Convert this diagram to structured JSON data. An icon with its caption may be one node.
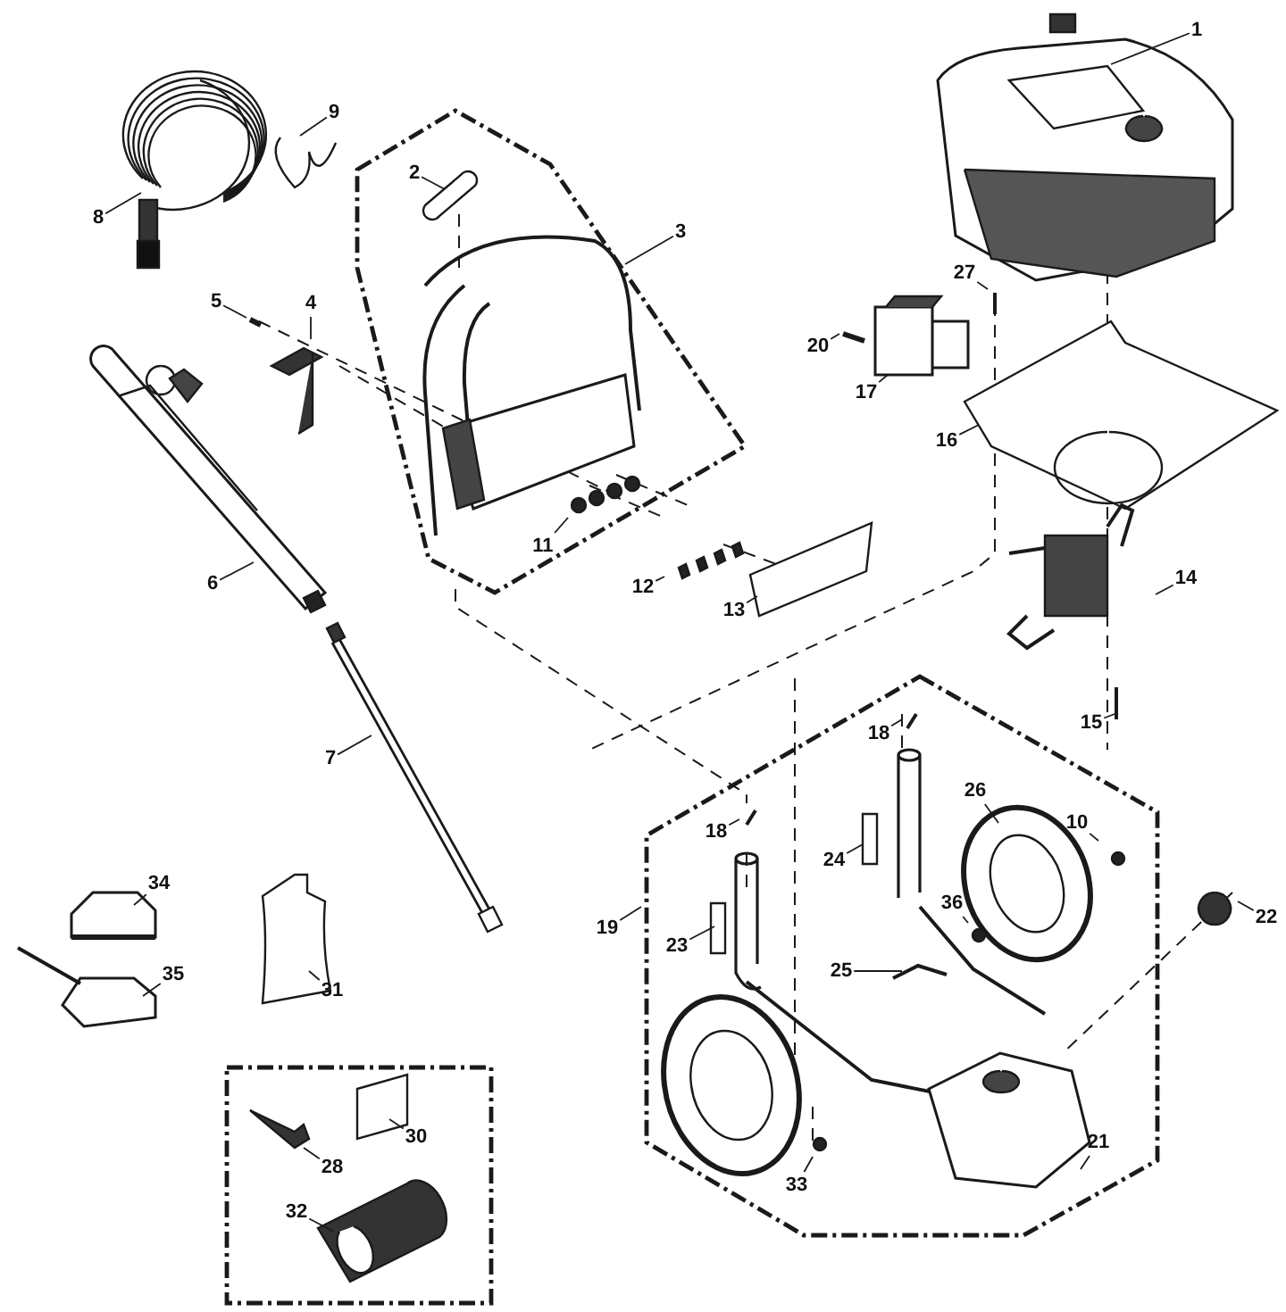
{
  "diagram": {
    "nodes": [
      {
        "text": [
          "1"
        ]
      },
      {
        "text": [
          "9"
        ]
      },
      {
        "text": [
          "2"
        ]
      },
      {
        "text": [
          "8"
        ]
      },
      {
        "text": [
          "3"
        ]
      },
      {
        "text": [
          "27"
        ]
      },
      {
        "text": [
          "5"
        ]
      },
      {
        "text": [
          "4"
        ]
      },
      {
        "text": [
          "20"
        ]
      },
      {
        "text": [
          "17"
        ]
      },
      {
        "text": [
          "16"
        ]
      },
      {
        "text": [
          "11"
        ]
      },
      {
        "text": [
          "12"
        ]
      },
      {
        "text": [
          "6"
        ]
      },
      {
        "text": [
          "13"
        ]
      },
      {
        "text": [
          "14"
        ]
      },
      {
        "text": [
          "15"
        ]
      },
      {
        "text": [
          "18"
        ]
      },
      {
        "text": [
          "7"
        ]
      },
      {
        "text": [
          "26"
        ]
      },
      {
        "text": [
          "18"
        ]
      },
      {
        "text": [
          "10"
        ]
      },
      {
        "text": [
          "24"
        ]
      },
      {
        "text": [
          "34"
        ]
      },
      {
        "text": [
          "36"
        ]
      },
      {
        "text": [
          "22"
        ]
      },
      {
        "text": [
          "19"
        ]
      },
      {
        "text": [
          "23"
        ]
      },
      {
        "text": [
          "25"
        ]
      },
      {
        "text": [
          "35"
        ]
      },
      {
        "text": [
          "31"
        ]
      },
      {
        "text": [
          "30"
        ]
      },
      {
        "text": [
          "28"
        ]
      },
      {
        "text": [
          "33"
        ]
      },
      {
        "text": [
          "21"
        ]
      },
      {
        "text": [
          "32"
        ]
      }
    ],
    "edges": [
      {
        "from": 0,
        "to": null,
        "arrow": "none"
      },
      {
        "from": 1,
        "to": null,
        "arrow": "none"
      },
      {
        "from": 2,
        "to": null,
        "arrow": "none"
      },
      {
        "from": 3,
        "to": null,
        "arrow": "none"
      },
      {
        "from": 4,
        "to": null,
        "arrow": "none"
      },
      {
        "from": 5,
        "to": null,
        "arrow": "none"
      },
      {
        "from": 6,
        "to": null,
        "arrow": "none"
      },
      {
        "from": 7,
        "to": null,
        "arrow": "none"
      },
      {
        "from": 8,
        "to": null,
        "arrow": "none"
      },
      {
        "from": 9,
        "to": null,
        "arrow": "none"
      },
      {
        "from": 10,
        "to": null,
        "arrow": "none"
      },
      {
        "from": 11,
        "to": null,
        "arrow": "none"
      },
      {
        "from": 12,
        "to": null,
        "arrow": "none"
      },
      {
        "from": 13,
        "to": null,
        "arrow": "none"
      },
      {
        "from": 14,
        "to": null,
        "arrow": "none"
      },
      {
        "from": 15,
        "to": null,
        "arrow": "none"
      },
      {
        "from": 16,
        "to": null,
        "arrow": "none"
      },
      {
        "from": 17,
        "to": null,
        "arrow": "none"
      },
      {
        "from": 18,
        "to": null,
        "arrow": "none"
      },
      {
        "from": 19,
        "to": null,
        "arrow": "none"
      },
      {
        "from": 20,
        "to": null,
        "arrow": "none"
      },
      {
        "from": 21,
        "to": null,
        "arrow": "none"
      },
      {
        "from": 22,
        "to": null,
        "arrow": "none"
      },
      {
        "from": 23,
        "to": null,
        "arrow": "none"
      },
      {
        "from": 24,
        "to": null,
        "arrow": "none"
      },
      {
        "from": 25,
        "to": null,
        "arrow": "none"
      },
      {
        "from": 26,
        "to": null,
        "arrow": "none"
      },
      {
        "from": 27,
        "to": null,
        "arrow": "none"
      },
      {
        "from": 28,
        "to": null,
        "arrow": "none"
      },
      {
        "from": 29,
        "to": null,
        "arrow": "none"
      },
      {
        "from": 30,
        "to": null,
        "arrow": "none"
      },
      {
        "from": 31,
        "to": null,
        "arrow": "none"
      },
      {
        "from": 32,
        "to": null,
        "arrow": "none"
      },
      {
        "from": 33,
        "to": null,
        "arrow": "none"
      },
      {
        "from": 34,
        "to": null,
        "arrow": "none"
      },
      {
        "from": 35,
        "to": null,
        "arrow": "none"
      }
    ]
  }
}
